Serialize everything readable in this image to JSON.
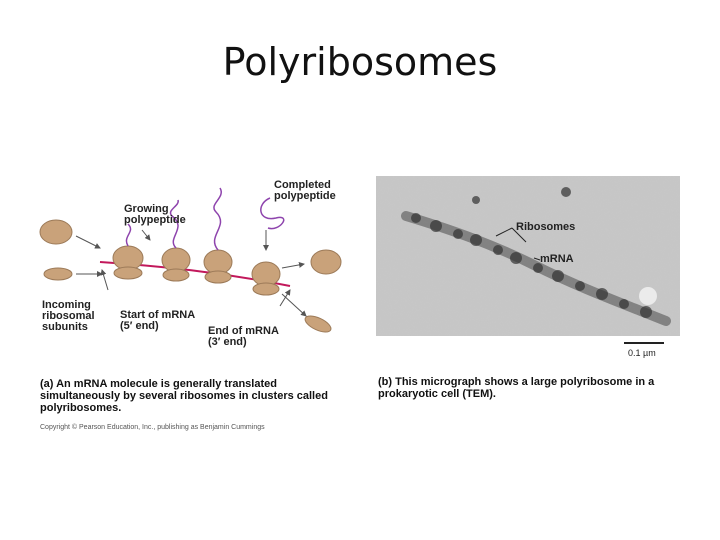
{
  "slide": {
    "title": "Polyribosomes"
  },
  "panel_a": {
    "labels": {
      "growing": "Growing\npolypeptide",
      "completed": "Completed\npolypeptide",
      "incoming": "Incoming\nribosomal\nsubunits",
      "start": "Start of mRNA\n(5′ end)",
      "end": "End of mRNA\n(3′ end)"
    },
    "caption": "(a) An mRNA molecule is generally translated simultaneously by several ribosomes in clusters called polyribosomes.",
    "copyright": "Copyright © Pearson Education, Inc., publishing as Benjamin Cummings"
  },
  "panel_b": {
    "labels": {
      "ribosomes": "Ribosomes",
      "mrna": "mRNA"
    },
    "scale": "0.1 µm",
    "caption": "(b) This micrograph shows a large polyribosome in a prokaryotic cell (TEM)."
  },
  "colors": {
    "ribosome": "#c9a27a",
    "mrna": "#c2185b",
    "polypeptide": "#8e44ad"
  }
}
